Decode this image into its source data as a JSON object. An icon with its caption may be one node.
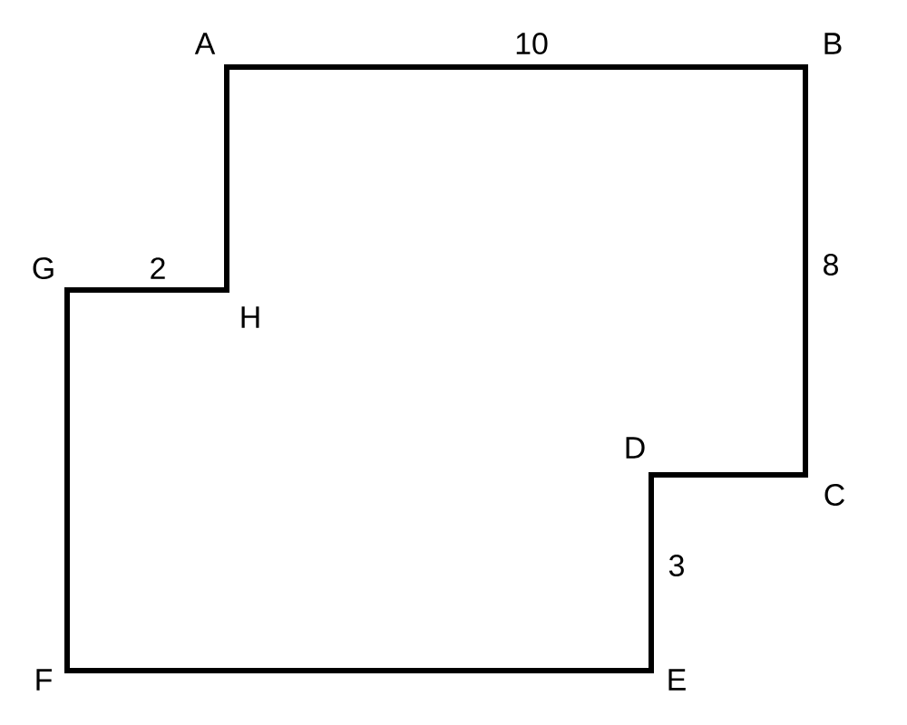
{
  "diagram": {
    "labels": [
      "A",
      "10",
      "B",
      "G",
      "2",
      "8",
      "H",
      "D",
      "C",
      "3",
      "F",
      "E"
    ]
  }
}
